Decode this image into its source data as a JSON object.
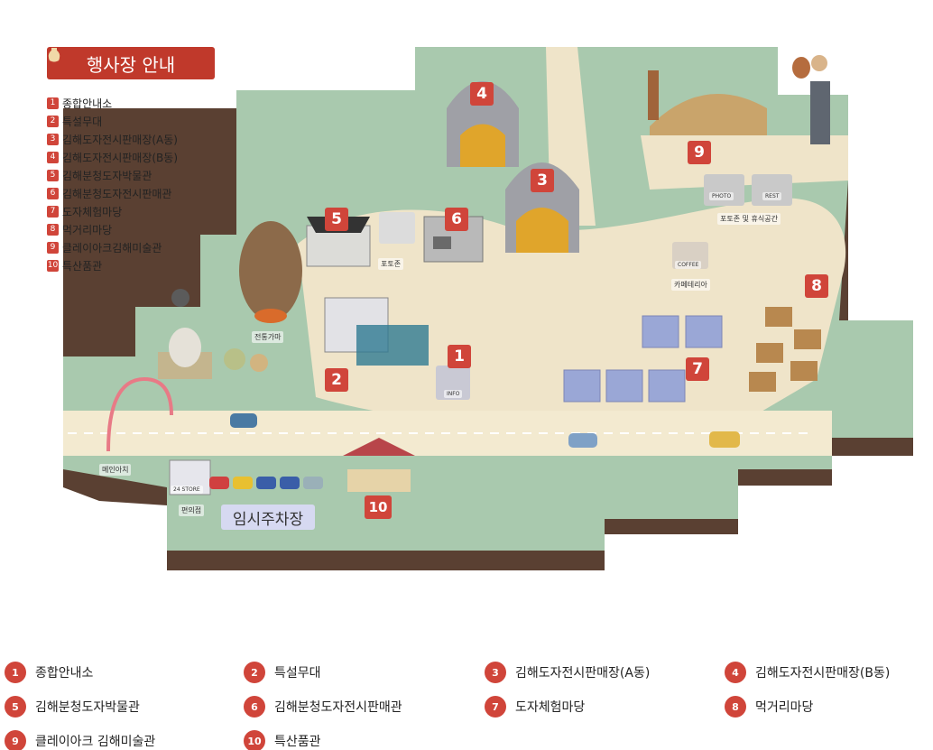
{
  "map_title": "행사장 안내",
  "legend_items": [
    {
      "num": "1",
      "label": "종합안내소"
    },
    {
      "num": "2",
      "label": "특설무대"
    },
    {
      "num": "3",
      "label": "김해도자전시판매장(A동)"
    },
    {
      "num": "4",
      "label": "김해도자전시판매장(B동)"
    },
    {
      "num": "5",
      "label": "김해분청도자박물관"
    },
    {
      "num": "6",
      "label": "김해분청도자전시판매관"
    },
    {
      "num": "7",
      "label": "도자체험마당"
    },
    {
      "num": "8",
      "label": "먹거리마당"
    },
    {
      "num": "9",
      "label": "클레이아크김해미술관"
    },
    {
      "num": "10",
      "label": "특산품관"
    }
  ],
  "map_markers": [
    "1",
    "2",
    "3",
    "4",
    "5",
    "6",
    "7",
    "8",
    "9",
    "10"
  ],
  "map_labels": {
    "photozone": "포토존",
    "kiln": "전통가마",
    "photo_rest": "포토존 및 휴식공간",
    "cafe": "카페테리아",
    "main_gate": "메인아치",
    "convenience": "편의점",
    "parking": "임시주차장",
    "photo_sign": "PHOTO",
    "rest_sign": "REST",
    "coffee_sign": "COFFEE",
    "info_sign": "INFO",
    "store_sign": "24 STORE"
  },
  "bottom_legend": [
    {
      "num": "1",
      "label": "종합안내소"
    },
    {
      "num": "2",
      "label": "특설무대"
    },
    {
      "num": "3",
      "label": "김해도자전시판매장(A동)"
    },
    {
      "num": "4",
      "label": "김해도자전시판매장(B동)"
    },
    {
      "num": "5",
      "label": "김해분청도자박물관"
    },
    {
      "num": "6",
      "label": "김해분청도자전시판매관"
    },
    {
      "num": "7",
      "label": "도자체험마당"
    },
    {
      "num": "8",
      "label": "먹거리마당"
    },
    {
      "num": "9",
      "label": "클레이아크 김해미술관"
    },
    {
      "num": "10",
      "label": "특산품관"
    }
  ],
  "colors": {
    "accent": "#d0453a",
    "ground": "#a9c9ae",
    "plaza": "#efe4c9",
    "soil": "#5a4032"
  }
}
